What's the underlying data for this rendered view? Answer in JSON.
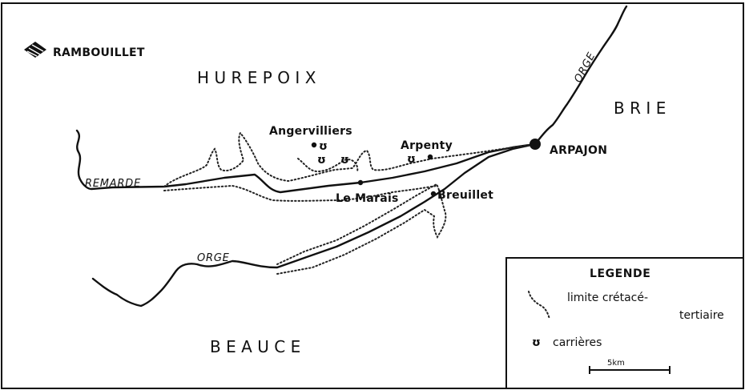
{
  "regions": {
    "hurepoix": "HUREPOIX",
    "brie": "BRIE",
    "beauce": "BEAUCE"
  },
  "towns": {
    "rambouillet": "RAMBOUILLET",
    "arpajon": "ARPAJON",
    "angervilliers": "Angervilliers",
    "arpenty": "Arpenty",
    "le_marais": "Le Marais",
    "breuillet": "Breuillet"
  },
  "rivers": {
    "remarde": "REMARDE",
    "orge_west": "ORGE",
    "orge_north": "ORGE"
  },
  "legend": {
    "title": "LEGENDE",
    "limit_line1": "limite crétacé-",
    "limit_line2": "tertiaire",
    "quarries": "carrières",
    "scale": "5km"
  },
  "symbols": {
    "quarry_symbol": "ʊ",
    "town_marker": "filled-dot",
    "major_town_marker": "filled-circle",
    "rambouillet_marker": "hatched-diamond-icon"
  }
}
